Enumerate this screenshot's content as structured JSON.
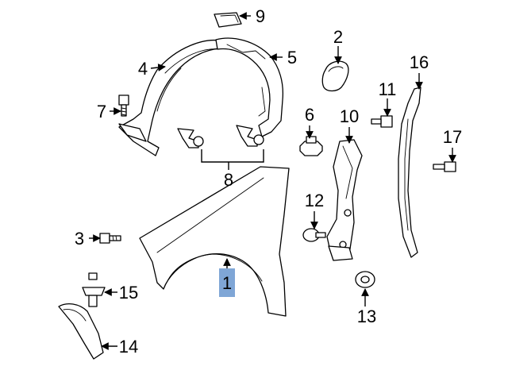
{
  "callouts": {
    "c1": "1",
    "c2": "2",
    "c3": "3",
    "c4": "4",
    "c5": "5",
    "c6": "6",
    "c7": "7",
    "c8": "8",
    "c9": "9",
    "c10": "10",
    "c11": "11",
    "c12": "12",
    "c13": "13",
    "c14": "14",
    "c15": "15",
    "c16": "16",
    "c17": "17"
  },
  "highlighted_part": "1",
  "colors": {
    "highlight": "#7fa6d6",
    "line": "#000000",
    "background": "#ffffff"
  }
}
